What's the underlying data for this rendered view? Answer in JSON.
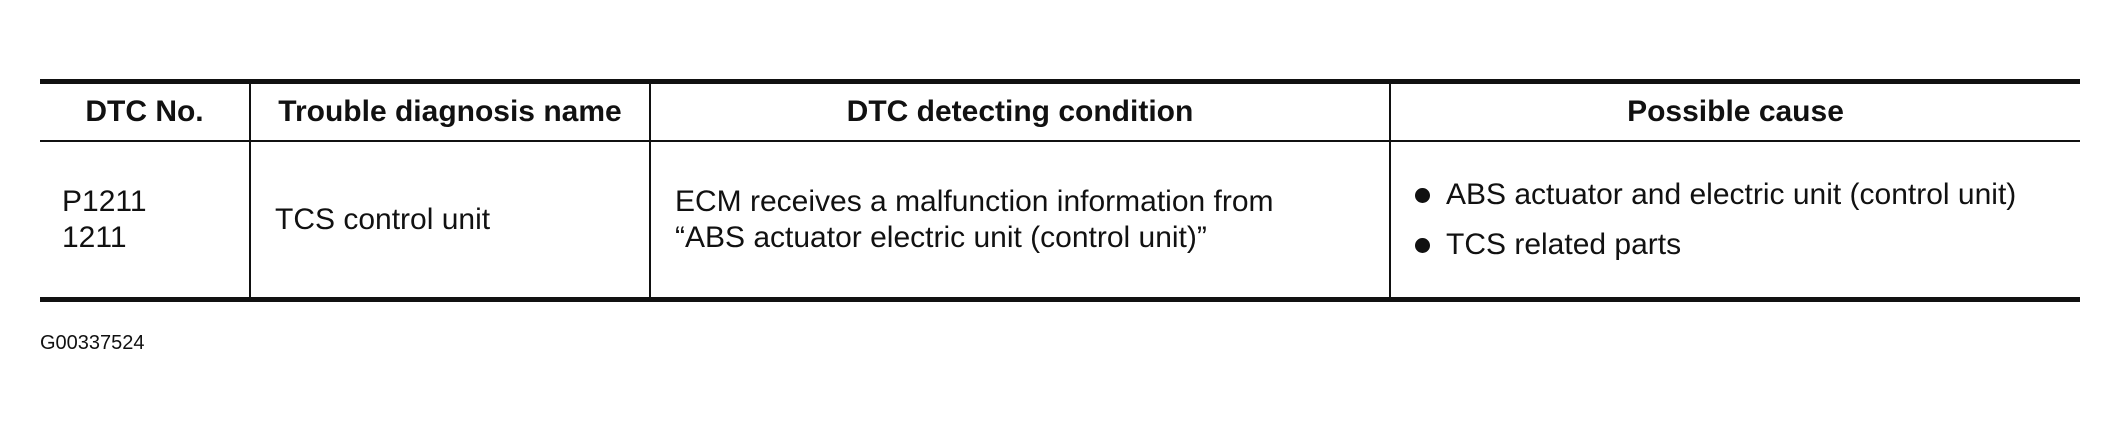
{
  "table": {
    "headers": [
      "DTC No.",
      "Trouble diagnosis name",
      "DTC detecting condition",
      "Possible cause"
    ],
    "rows": [
      {
        "dtc_codes": [
          "P1211",
          "1211"
        ],
        "diagnosis_name": "TCS control unit",
        "detecting_condition": [
          "ECM receives a malfunction information from",
          "“ABS actuator electric unit (control unit)”"
        ],
        "possible_causes": [
          "ABS actuator and electric unit (control unit)",
          "TCS related parts"
        ]
      }
    ]
  },
  "figure_id": "G00337524"
}
